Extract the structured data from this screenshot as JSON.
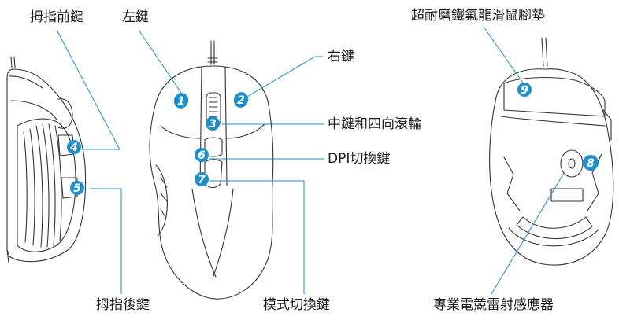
{
  "labels": {
    "thumb_front": "拇指前鍵",
    "left": "左鍵",
    "right": "右鍵",
    "wheel": "中鍵和四向滾輪",
    "dpi": "DPI切換鍵",
    "mode": "模式切換鍵",
    "thumb_back": "拇指後鍵",
    "feet": "超耐磨鐵氟龍滑鼠腳墊",
    "sensor": "專業電競雷射感應器"
  },
  "badges": {
    "b1": "1",
    "b2": "2",
    "b3": "3",
    "b4": "4",
    "b5": "5",
    "b6": "6",
    "b7": "7",
    "b8": "8",
    "b9": "9"
  },
  "colors": {
    "badge": "#1e8fc8",
    "leader": "#1e8fc8",
    "outline": "#333333"
  }
}
